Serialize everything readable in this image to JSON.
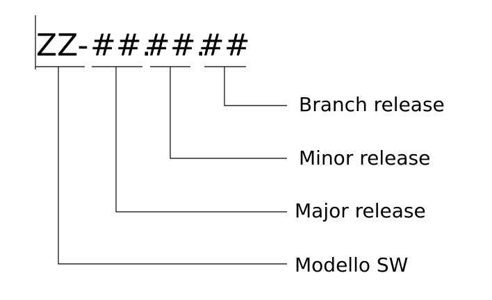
{
  "version_format": {
    "prefix": "ZZ-",
    "major": "##.",
    "minor": "##.",
    "branch": "##"
  },
  "labels": {
    "branch": "Branch release",
    "minor": "Minor release",
    "major": "Major release",
    "model": "Modello SW"
  },
  "colors": {
    "ink": "#000000",
    "background": "#ffffff"
  }
}
